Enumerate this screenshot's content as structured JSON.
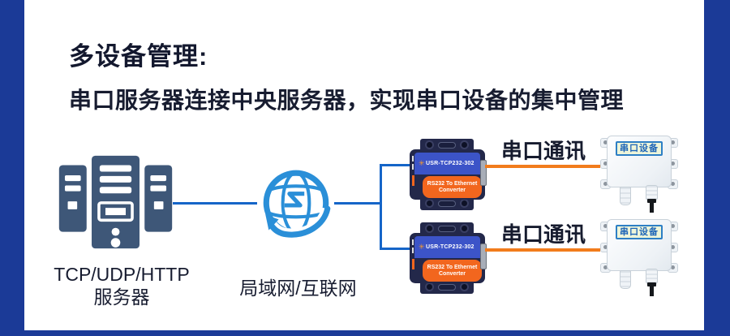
{
  "header": {
    "title": "多设备管理:",
    "subtitle": "串口服务器连接中央服务器，实现串口设备的集中管理"
  },
  "server": {
    "label_line1": "TCP/UDP/HTTP",
    "label_line2": "服务器"
  },
  "network": {
    "label": "局域网/互联网"
  },
  "rows": [
    {
      "converter": {
        "model": "USR-TCP232-302",
        "desc_line1": "RS232 To Ethernet",
        "desc_line2": "Converter"
      },
      "link_label": "串口通讯",
      "device_label": "串口设备"
    },
    {
      "converter": {
        "model": "USR-TCP232-302",
        "desc_line1": "RS232 To Ethernet",
        "desc_line2": "Converter"
      },
      "link_label": "串口通讯",
      "device_label": "串口设备"
    }
  ],
  "colors": {
    "frame_bar": "#1b3a97",
    "connector_blue": "#1565c8",
    "connector_orange": "#f27c1c",
    "heading_text": "#13182e",
    "globe_blue": "#2a8fd8",
    "server_navy": "#3e5778",
    "converter_case": "#23284a",
    "converter_face_blue": "#3c54c8",
    "converter_face_orange": "#f2661e",
    "device_panel_bg": "#eef5d9",
    "device_panel_text": "#1f66b8"
  }
}
